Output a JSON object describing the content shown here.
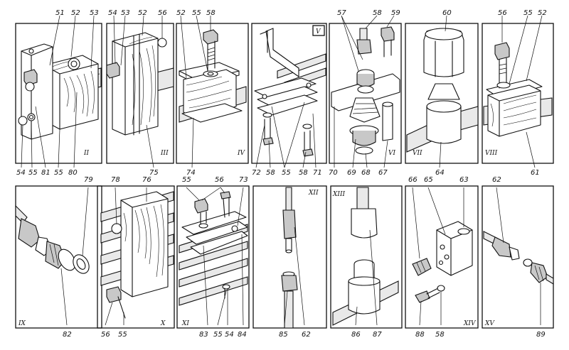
{
  "panels": [
    {
      "id": "p2",
      "roman": "II",
      "labels": {
        "top": [
          "51",
          "52",
          "53"
        ],
        "bottom": [
          "54",
          "55",
          "81",
          "55",
          "80"
        ]
      }
    },
    {
      "id": "p3",
      "roman": "III",
      "labels": {
        "top": [
          "54",
          "53",
          "52",
          "56"
        ],
        "bottom": [
          "75"
        ]
      }
    },
    {
      "id": "p4",
      "roman": "IV",
      "labels": {
        "top": [
          "52",
          "55",
          "58"
        ],
        "bottom": [
          "74"
        ]
      }
    },
    {
      "id": "p5",
      "roman": "V",
      "labels": {
        "top": [],
        "bottom": [
          "72",
          "58",
          "55",
          "58",
          "71"
        ]
      }
    },
    {
      "id": "p6",
      "roman": "VI",
      "labels": {
        "top": [
          "57",
          "58",
          "59"
        ],
        "bottom": [
          "70",
          "69",
          "68",
          "67"
        ]
      }
    },
    {
      "id": "p7",
      "roman": "VII",
      "labels": {
        "top": [
          "60"
        ],
        "bottom": [
          "64"
        ]
      }
    },
    {
      "id": "p8",
      "roman": "VIII",
      "labels": {
        "top": [
          "56",
          "55",
          "52"
        ],
        "bottom": [
          "61"
        ]
      }
    },
    {
      "id": "p9",
      "roman": "IX",
      "labels": {
        "top": [
          "79"
        ],
        "bottom": [
          "82"
        ]
      }
    },
    {
      "id": "p10",
      "roman": "X",
      "labels": {
        "top": [
          "78",
          "76"
        ],
        "bottom": [
          "56",
          "55"
        ]
      }
    },
    {
      "id": "p11",
      "roman": "XI",
      "labels": {
        "top": [
          "55",
          "56",
          "73"
        ],
        "bottom": [
          "83",
          "55",
          "54",
          "84"
        ]
      }
    },
    {
      "id": "p12",
      "roman": "XII",
      "labels": {
        "top": [],
        "bottom": [
          "85",
          "62"
        ]
      }
    },
    {
      "id": "p13",
      "roman": "XIII",
      "labels": {
        "top": [],
        "bottom": [
          "86",
          "87"
        ]
      }
    },
    {
      "id": "p14",
      "roman": "XIV",
      "labels": {
        "top": [
          "66",
          "65",
          "63"
        ],
        "bottom": [
          "88",
          "58"
        ]
      }
    },
    {
      "id": "p15",
      "roman": "XV",
      "labels": {
        "top": [
          "62"
        ],
        "bottom": [
          "89"
        ]
      }
    }
  ]
}
